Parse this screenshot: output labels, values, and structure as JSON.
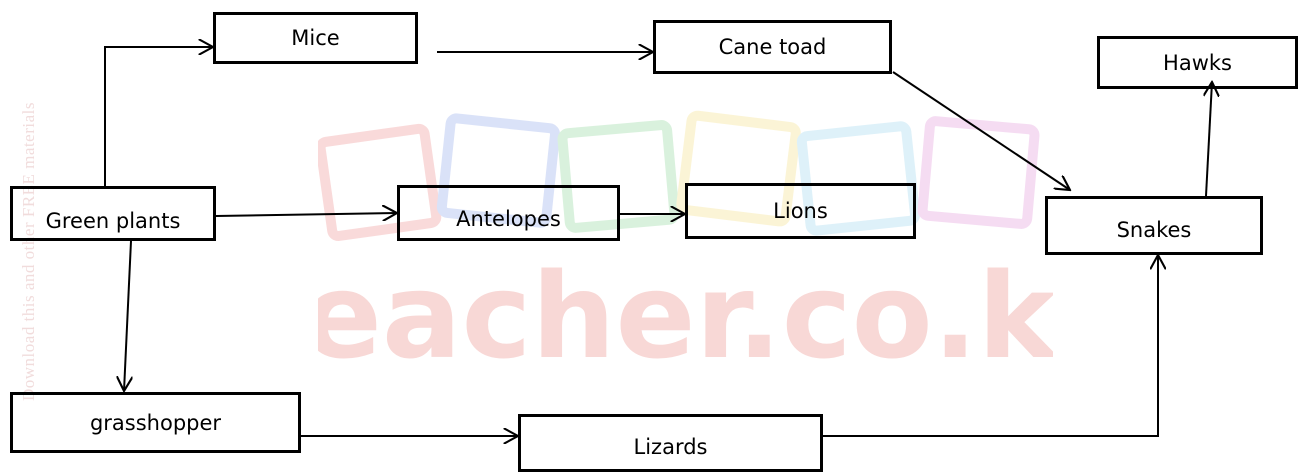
{
  "watermark": {
    "brand_text": "Teacher.co.ke",
    "side_text": "Download this and other FREE materials",
    "block_colors": [
      "#e85a5a",
      "#5b7fe0",
      "#58c46a",
      "#f0d24a",
      "#6ec3e6",
      "#d364c8"
    ],
    "brand_color": "#f3b9b5"
  },
  "nodes": {
    "mice": "Mice",
    "cane_toad": "Cane toad",
    "hawks": "Hawks",
    "green_plants": "Green plants",
    "antelopes": "Antelopes",
    "lions": "Lions",
    "snakes": "Snakes",
    "grasshopper": "grasshopper",
    "lizards": "Lizards"
  },
  "edges": [
    [
      "Green plants",
      "Mice"
    ],
    [
      "Mice",
      "Cane toad"
    ],
    [
      "Cane toad",
      "Snakes"
    ],
    [
      "Snakes",
      "Hawks"
    ],
    [
      "Green plants",
      "Antelopes"
    ],
    [
      "Antelopes",
      "Lions"
    ],
    [
      "Green plants",
      "grasshopper"
    ],
    [
      "grasshopper",
      "Lizards"
    ],
    [
      "Lizards",
      "Snakes"
    ]
  ]
}
